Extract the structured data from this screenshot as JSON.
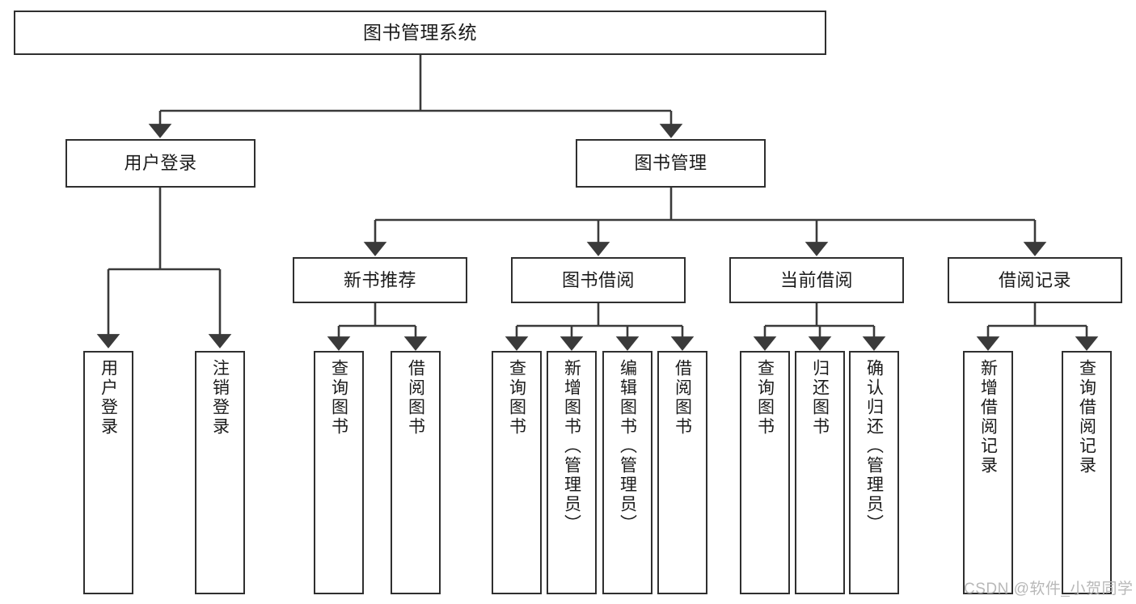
{
  "diagram": {
    "title": "图书管理系统",
    "type": "hierarchy-tree",
    "orientation": "top-down",
    "colors": {
      "box_border": "#2f2f2f",
      "box_fill": "#ffffff",
      "connector": "#3a3a3a",
      "text": "#1b1b1b",
      "watermark": "#b8b8b8"
    }
  },
  "nodes": {
    "root": {
      "id": "root",
      "label": "图书管理系统",
      "level": 1,
      "text_direction": "horizontal"
    },
    "level2": [
      {
        "id": "user-login",
        "label": "用户登录",
        "level": 2,
        "text_direction": "horizontal"
      },
      {
        "id": "book-management",
        "label": "图书管理",
        "level": 2,
        "text_direction": "horizontal"
      }
    ],
    "level3": [
      {
        "id": "new-book-recommend",
        "label": "新书推荐",
        "level": 3,
        "parent": "book-management",
        "text_direction": "horizontal"
      },
      {
        "id": "book-borrow",
        "label": "图书借阅",
        "level": 3,
        "parent": "book-management",
        "text_direction": "horizontal"
      },
      {
        "id": "current-borrow",
        "label": "当前借阅",
        "level": 3,
        "parent": "book-management",
        "text_direction": "horizontal"
      },
      {
        "id": "borrow-record",
        "label": "借阅记录",
        "level": 3,
        "parent": "book-management",
        "text_direction": "horizontal"
      }
    ],
    "leaves": [
      {
        "id": "leaf-user-login",
        "label": "用户登录",
        "parent": "user-login",
        "text_direction": "vertical"
      },
      {
        "id": "leaf-user-logout",
        "label": "注销登录",
        "parent": "user-login",
        "text_direction": "vertical"
      },
      {
        "id": "leaf-query-book-recommend",
        "label": "查询图书",
        "parent": "new-book-recommend",
        "text_direction": "vertical"
      },
      {
        "id": "leaf-borrow-book-recommend",
        "label": "借阅图书",
        "parent": "new-book-recommend",
        "text_direction": "vertical"
      },
      {
        "id": "leaf-query-book-borrow",
        "label": "查询图书",
        "parent": "book-borrow",
        "text_direction": "vertical"
      },
      {
        "id": "leaf-add-book-admin",
        "label": "新增图书（管理员）",
        "parent": "book-borrow",
        "text_direction": "vertical"
      },
      {
        "id": "leaf-edit-book-admin",
        "label": "编辑图书（管理员）",
        "parent": "book-borrow",
        "text_direction": "vertical"
      },
      {
        "id": "leaf-borrow-book",
        "label": "借阅图书",
        "parent": "book-borrow",
        "text_direction": "vertical"
      },
      {
        "id": "leaf-query-book-current",
        "label": "查询图书",
        "parent": "current-borrow",
        "text_direction": "vertical"
      },
      {
        "id": "leaf-return-book",
        "label": "归还图书",
        "parent": "current-borrow",
        "text_direction": "vertical"
      },
      {
        "id": "leaf-confirm-return-admin",
        "label": "确认归还（管理员）",
        "parent": "current-borrow",
        "text_direction": "vertical"
      },
      {
        "id": "leaf-add-borrow-record",
        "label": "新增借阅记录",
        "parent": "borrow-record",
        "text_direction": "vertical"
      },
      {
        "id": "leaf-query-borrow-record",
        "label": "查询借阅记录",
        "parent": "borrow-record",
        "text_direction": "vertical"
      }
    ]
  },
  "watermark": {
    "text": "CSDN @软件_小贺同学"
  }
}
